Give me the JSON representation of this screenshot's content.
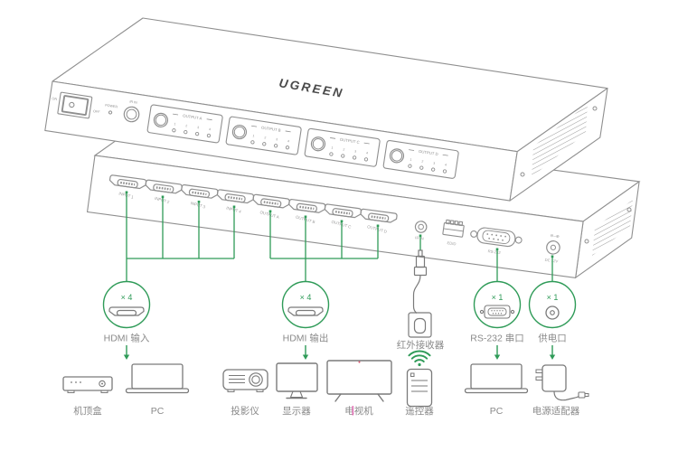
{
  "brand": "UGREEN",
  "colors": {
    "green": "#2F9B58",
    "outline_gray": "#8f8f8f",
    "icon_gray": "#7a7a7a",
    "label_gray": "#8a8a8a",
    "logo_gray": "#4a4a4a",
    "artifact_pink": "#e55fb0",
    "artifact_red": "#d94f6a"
  },
  "front_panel": {
    "switch_on": "ON",
    "switch_off": "OFF",
    "power_label": "POWER",
    "ir_label": "IR IN",
    "output_groups": [
      {
        "label": "OUTPUT A"
      },
      {
        "label": "OUTPUT B"
      },
      {
        "label": "OUTPUT C"
      },
      {
        "label": "OUTPUT D"
      }
    ],
    "led_numbers": [
      "1",
      "2",
      "3",
      "4"
    ]
  },
  "rear_panel": {
    "ports": [
      "INPUT 1",
      "INPUT 2",
      "INPUT 3",
      "INPUT 4",
      "OUTPUT A",
      "OUTPUT B",
      "OUTPUT C",
      "OUTPUT D"
    ],
    "ir_label": "IR IN",
    "edid_label": "EDID",
    "rs232_label": "RS-232",
    "dc_polarity": "⊖–⊕",
    "dc_label": "DC 12V"
  },
  "callouts": {
    "hdmi_in": {
      "count": "× 4",
      "label": "HDMI 输入"
    },
    "hdmi_out": {
      "count": "× 4",
      "label": "HDMI 输出"
    },
    "ir": {
      "label": "红外接收器"
    },
    "rs232": {
      "count": "× 1",
      "label": "RS-232 串口"
    },
    "power": {
      "count": "× 1",
      "label": "供电口"
    }
  },
  "devices_row": [
    "机顶盒",
    "PC",
    "投影仪",
    "显示器",
    "电视机",
    "遥控器",
    "PC",
    "电源适配器"
  ]
}
